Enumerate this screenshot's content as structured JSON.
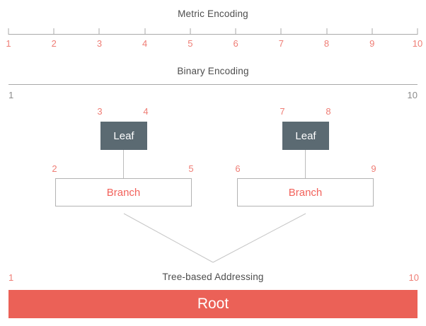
{
  "colors": {
    "accent_red": "#eb6157",
    "number_red": "#ef7d75",
    "leaf_bg": "#5b6a72",
    "branch_text_red": "#f2625b",
    "branch_border": "#b3b3b3",
    "line_gray": "#a9a9a9",
    "connector_gray": "#bcbcbc",
    "title_gray": "#4d4d4d",
    "label_gray": "#8c8c8c",
    "background": "#ffffff"
  },
  "metric_encoding": {
    "title": "Metric Encoding",
    "ticks": [
      "1",
      "2",
      "3",
      "4",
      "5",
      "6",
      "7",
      "8",
      "9",
      "10"
    ]
  },
  "binary_encoding": {
    "title": "Binary Encoding",
    "start_label": "1",
    "end_label": "10"
  },
  "tree": {
    "leaves": [
      {
        "label": "Leaf",
        "start": "3",
        "end": "4"
      },
      {
        "label": "Leaf",
        "start": "7",
        "end": "8"
      }
    ],
    "branches": [
      {
        "label": "Branch",
        "start": "2",
        "end": "5"
      },
      {
        "label": "Branch",
        "start": "6",
        "end": "9"
      }
    ],
    "root": {
      "title": "Tree-based Addressing",
      "label": "Root",
      "start": "1",
      "end": "10"
    }
  }
}
